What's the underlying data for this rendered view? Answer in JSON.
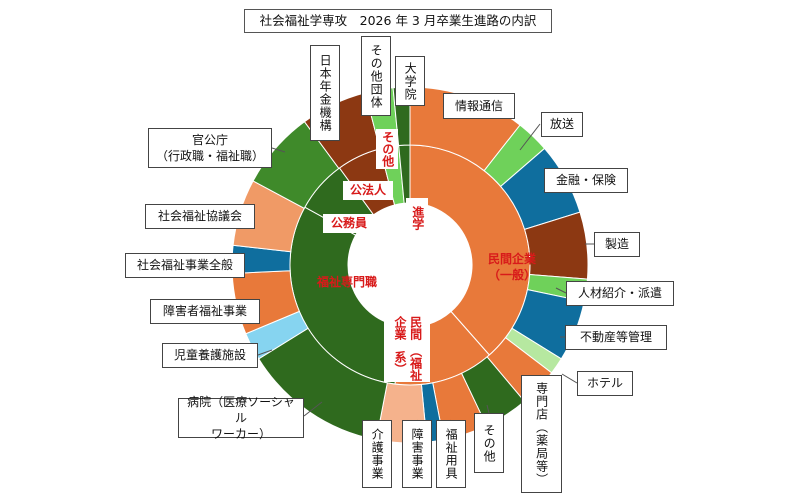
{
  "title": "社会福祉学専攻　2026 年 3 月卒業生進路の内訳",
  "colors": {
    "orange": "#e8793a",
    "dark_green": "#2f6a1e",
    "brown": "#8c3812",
    "light_green": "#6fd15a",
    "blue": "#0f6e9e",
    "salmon": "#f09a66",
    "sky": "#86d4f0",
    "pale_green": "#b6e8a0",
    "peach": "#f5b28c",
    "green2": "#3f8a2a"
  },
  "chart_data": {
    "type": "donut",
    "inner_ring": [
      {
        "name": "民間企業（一般）",
        "value": 38.5,
        "color": "#e8793a"
      },
      {
        "name": "民間企業（福祉系）",
        "value": 13.5,
        "color": "#e8793a"
      },
      {
        "name": "福祉専門職",
        "value": 31,
        "color": "#2f6a1e"
      },
      {
        "name": "公務員",
        "value": 7,
        "color": "#2f6a1e"
      },
      {
        "name": "公法人",
        "value": 6,
        "color": "#8c3812"
      },
      {
        "name": "その他",
        "value": 2.5,
        "color": "#6fd15a"
      },
      {
        "name": "進学",
        "value": 1.5,
        "color": "#2f6a1e"
      }
    ],
    "outer_ring": [
      {
        "name": "情報通信",
        "value": 10.5,
        "color": "#e8793a"
      },
      {
        "name": "放送",
        "value": 3,
        "color": "#6fd15a"
      },
      {
        "name": "金融・保険",
        "value": 6.5,
        "color": "#0f6e9e"
      },
      {
        "name": "製造",
        "value": 6,
        "color": "#8c3812"
      },
      {
        "name": "人材紹介・派遣",
        "value": 2,
        "color": "#6fd15a"
      },
      {
        "name": "不動産等管理",
        "value": 5.5,
        "color": "#0f6e9e"
      },
      {
        "name": "ホテル",
        "value": 1.5,
        "color": "#b6e8a0"
      },
      {
        "name": "専門店（薬局等）",
        "value": 3.5,
        "color": "#e8793a"
      },
      {
        "name": "その他",
        "value": 4,
        "color": "#2f6a1e"
      },
      {
        "name": "福祉用具",
        "value": 4,
        "color": "#e8793a"
      },
      {
        "name": "障害事業",
        "value": 1.5,
        "color": "#0f6e9e"
      },
      {
        "name": "介護事業",
        "value": 4.5,
        "color": "#f5b28c"
      },
      {
        "name": "病院（医療ソーシャルワーカー）",
        "value": 13,
        "color": "#2f6a1e"
      },
      {
        "name": "児童養護施設",
        "value": 2.5,
        "color": "#86d4f0"
      },
      {
        "name": "障害者福祉事業",
        "value": 5.5,
        "color": "#e8793a"
      },
      {
        "name": "社会福祉事業全般",
        "value": 2.5,
        "color": "#0f6e9e"
      },
      {
        "name": "社会福祉協議会",
        "value": 6,
        "color": "#f09a66"
      },
      {
        "name": "官公庁（行政職・福祉職）",
        "value": 7,
        "color": "#3f8a2a"
      },
      {
        "name": "日本年金機構",
        "value": 6,
        "color": "#8c3812"
      },
      {
        "name": "その他団体",
        "value": 2.5,
        "color": "#6fd15a"
      },
      {
        "name": "大学院",
        "value": 1.5,
        "color": "#2f6a1e"
      }
    ]
  },
  "labels": {
    "johotsushin": "情報通信",
    "hoso": "放送",
    "kinyu": "金融・保険",
    "seizo": "製造",
    "jinzai": "人材紹介・派遣",
    "fudosan": "不動産等管理",
    "hotel": "ホテル",
    "senmon_1": "専門店",
    "senmon_2": "（薬局等）",
    "sonota_out": "その他",
    "fukushi_yogu": "福祉用具",
    "shogai_jigyo": "障害事業",
    "kaigo": "介護事業",
    "byoin_1": "病院（医療ソーシャル",
    "byoin_2": "ワーカー）",
    "jido": "児童養護施設",
    "shogaisha": "障害者福祉事業",
    "shakai_zenpan": "社会福祉事業全般",
    "shakyo": "社会福祉協議会",
    "kankocho_1": "官公庁",
    "kankocho_2": "（行政職・福祉職）",
    "nenkin": "日本年金機構",
    "sonota_dantai": "その他団体",
    "daigakuin": "大学院"
  },
  "inner_labels": {
    "minkan_ippan_1": "民間企業",
    "minkan_ippan_2": "（一般）",
    "minkan_fukushi_1": "民間企業",
    "minkan_fukushi_2": "（福祉系）",
    "fukushi_senmon": "福祉専門職",
    "komuin": "公務員",
    "kohojin": "公法人",
    "sonota": "その他",
    "shingaku": "進学"
  }
}
